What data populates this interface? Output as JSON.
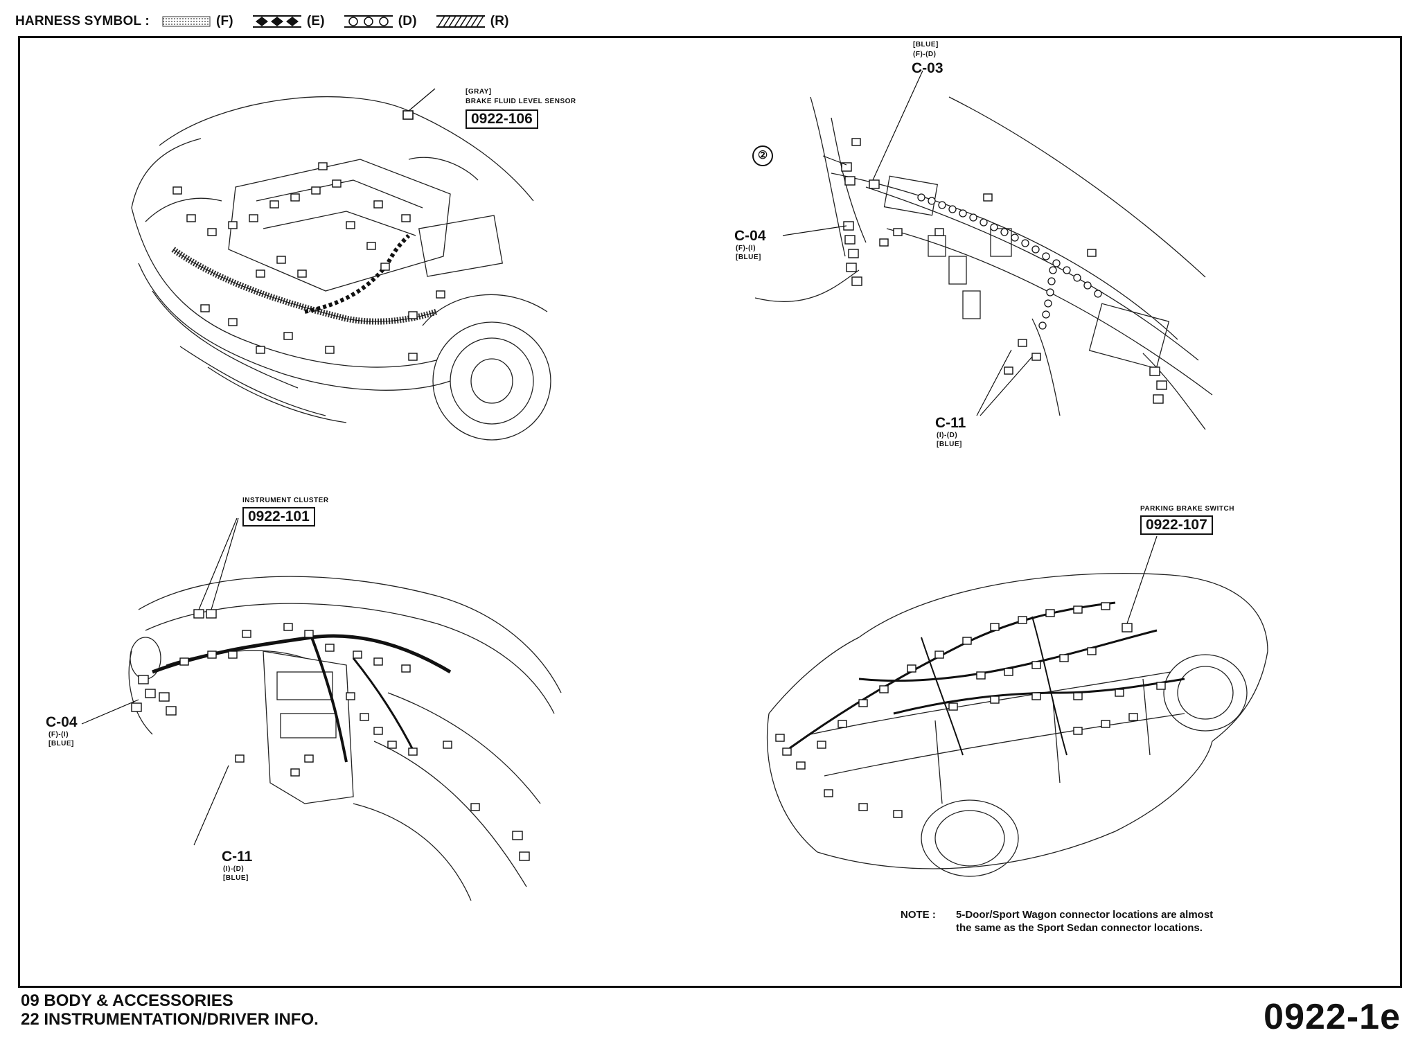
{
  "legend": {
    "title": "HARNESS SYMBOL :",
    "items": [
      {
        "code": "(F)",
        "pattern": "dotted-fill"
      },
      {
        "code": "(E)",
        "pattern": "diamond-chain"
      },
      {
        "code": "(D)",
        "pattern": "circle-chain"
      },
      {
        "code": "(R)",
        "pattern": "hatched"
      }
    ]
  },
  "panels": {
    "engine": {
      "color": "[GRAY]",
      "name": "BRAKE FLUID LEVEL SENSOR",
      "code": "0922-106"
    },
    "interior": {
      "c03": {
        "color": "[BLUE]",
        "harness": "(F)-(D)",
        "id": "C-03"
      },
      "marker": "②",
      "c04": {
        "id": "C-04",
        "harness": "(F)-(I)",
        "color": "[BLUE]"
      },
      "c11": {
        "id": "C-11",
        "harness": "(I)-(D)",
        "color": "[BLUE]"
      }
    },
    "dashboard": {
      "name": "INSTRUMENT CLUSTER",
      "code": "0922-101",
      "c04": {
        "id": "C-04",
        "harness": "(F)-(I)",
        "color": "[BLUE]"
      },
      "c11": {
        "id": "C-11",
        "harness": "(I)-(D)",
        "color": "[BLUE]"
      }
    },
    "body": {
      "name": "PARKING BRAKE SWITCH",
      "code": "0922-107"
    }
  },
  "note": {
    "prefix": "NOTE :",
    "line1": "5-Door/Sport Wagon connector locations are almost",
    "line2": "the same as the Sport Sedan connector locations."
  },
  "footer": {
    "line1": "09  BODY & ACCESSORIES",
    "line2": "22  INSTRUMENTATION/DRIVER INFO.",
    "page_code": "0922-1e"
  }
}
